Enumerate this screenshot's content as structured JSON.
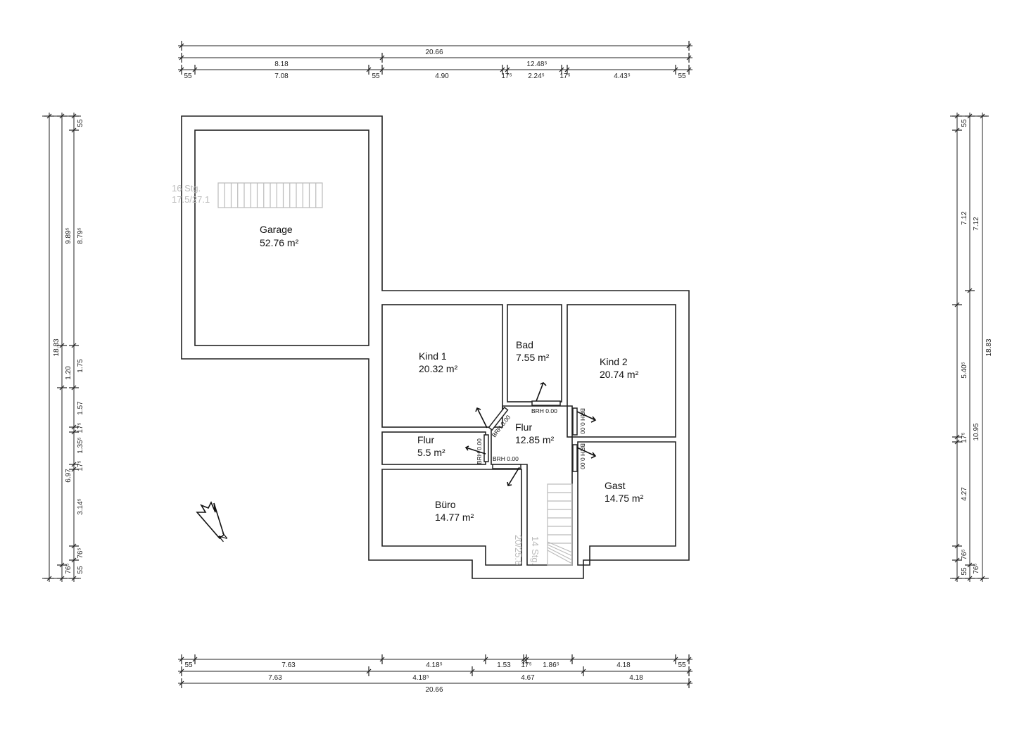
{
  "rooms": {
    "garage": {
      "name": "Garage",
      "area": "52.76 m²"
    },
    "kind1": {
      "name": "Kind 1",
      "area": "20.32 m²"
    },
    "bad": {
      "name": "Bad",
      "area": "7.55 m²"
    },
    "kind2": {
      "name": "Kind 2",
      "area": "20.74 m²"
    },
    "flur_main": {
      "name": "Flur",
      "area": "12.85 m²"
    },
    "flur_small": {
      "name": "Flur",
      "area": "5.5 m²"
    },
    "buero": {
      "name": "Büro",
      "area": "14.77 m²"
    },
    "gast": {
      "name": "Gast",
      "area": "14.75 m²"
    }
  },
  "window_label": "BRH 0.00",
  "stairs": {
    "garage": {
      "steps": "16 Stg.",
      "ratio": "17.5/27.1"
    },
    "flur": {
      "steps": "14 Stg.",
      "ratio": "20/25.8"
    }
  },
  "north_label": "N",
  "dims": {
    "top": {
      "row1": [
        "20.66"
      ],
      "row2": [
        "8.18",
        "12.48⁵"
      ],
      "row3": [
        "55",
        "7.08",
        "55",
        "4.90",
        "17⁵",
        "2.24⁵",
        "17⁵",
        "4.43⁵",
        "55"
      ]
    },
    "bottom": {
      "row1": [
        "55",
        "7.63",
        "4.18⁵",
        "1.53",
        "17⁵",
        "1.86⁵",
        "4.18",
        "55"
      ],
      "row2": [
        "7.63",
        "4.18⁵",
        "4.67",
        "4.18"
      ],
      "row3": [
        "20.66"
      ]
    },
    "left": {
      "col1": [
        "18.83"
      ],
      "col2": [
        "9.89⁵",
        "1.20",
        "6.97",
        "76⁵"
      ],
      "col3": [
        "55",
        "8.79⁵",
        "1.75",
        "1.57",
        "17⁵",
        "1.35⁵",
        "17⁵",
        "3.14⁵",
        "76⁵",
        "55"
      ]
    },
    "right": {
      "col1": [
        "55",
        "7.12",
        "5.40⁵",
        "17⁵",
        "4.27",
        "76⁵",
        "55"
      ],
      "col2": [
        "7.12",
        "10.95",
        "76⁵"
      ],
      "col3": [
        "18.83"
      ]
    }
  }
}
